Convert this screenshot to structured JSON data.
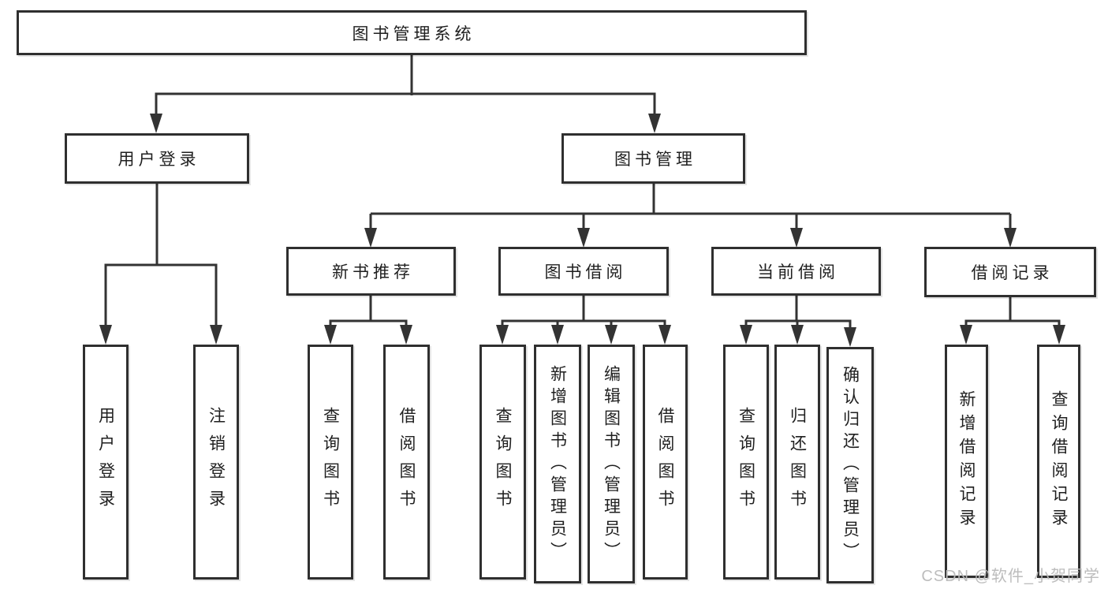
{
  "diagram": {
    "title_node": "图书管理系统",
    "level2": [
      "用户登录",
      "图书管理"
    ],
    "level3": [
      "新书推荐",
      "图书借阅",
      "当前借阅",
      "借阅记录"
    ],
    "leaves": [
      "用户登录",
      "注销登录",
      "查询图书",
      "借阅图书",
      "查询图书",
      "新增图书（管理员）",
      "编辑图书（管理员）",
      "借阅图书",
      "查询图书",
      "归还图书",
      "确认归还（管理员）",
      "新增借阅记录",
      "查询借阅记录"
    ],
    "colors": {
      "line": "#333333",
      "border": "#2f2f2f",
      "text": "#1f1f1f",
      "background": "#ffffff",
      "watermark": "#b9b9b9"
    }
  },
  "watermark": "CSDN @软件_小贺同学"
}
